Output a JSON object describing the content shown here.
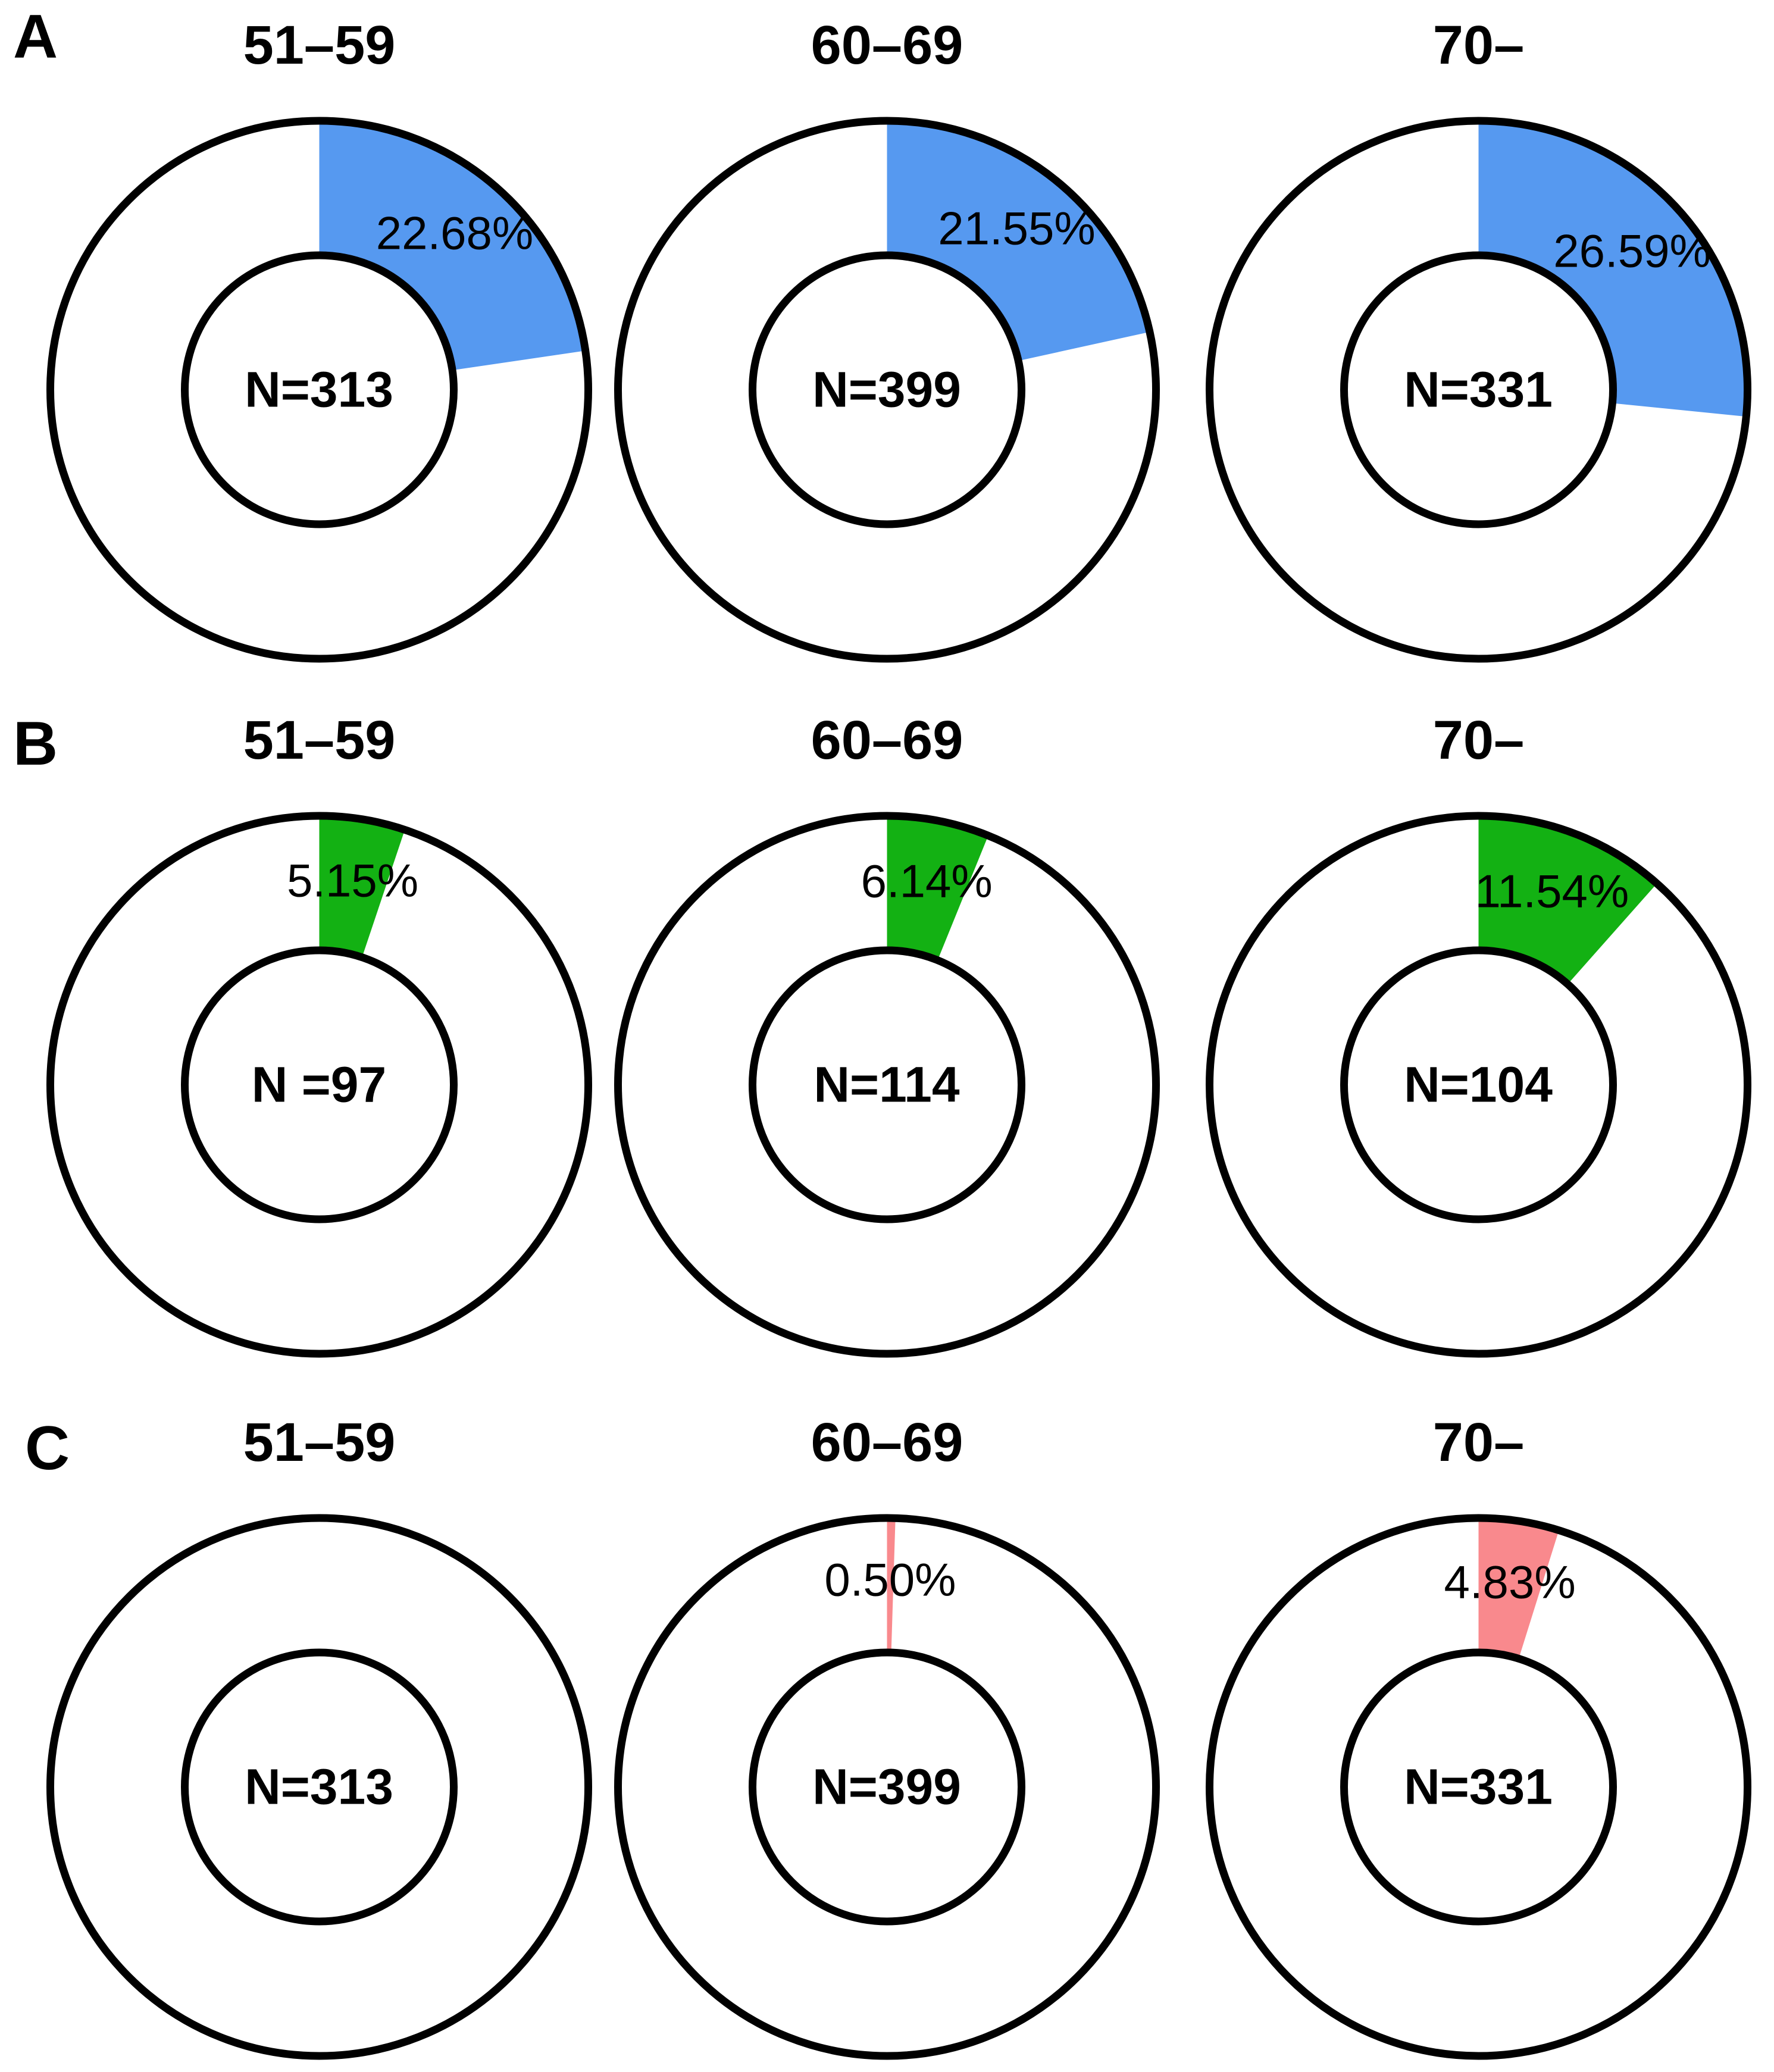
{
  "figure_background": "#ffffff",
  "outline_color": "#000000",
  "chart_data": {
    "type": "pie",
    "subtype": "donut-grid",
    "description": "3x3 grid of donut (ring) charts. Rows A, B, C each show one highlighted percentage slice per age group; slice starts at 12 o'clock and sweeps clockwise; remainder of ring is white. Sample size N is printed in the donut hole.",
    "columns": [
      "51–59",
      "60–69",
      "70–"
    ],
    "rows": [
      {
        "label": "A",
        "color": "#5699f0",
        "donuts": [
          {
            "title": "51–59",
            "pct": 22.68,
            "pct_label": "22.68%",
            "n": 313,
            "n_label": "N=313"
          },
          {
            "title": "60–69",
            "pct": 21.55,
            "pct_label": "21.55%",
            "n": 399,
            "n_label": "N=399"
          },
          {
            "title": "70–",
            "pct": 26.59,
            "pct_label": "26.59%",
            "n": 331,
            "n_label": "N=331"
          }
        ]
      },
      {
        "label": "B",
        "color": "#13b113",
        "donuts": [
          {
            "title": "51–59",
            "pct": 5.15,
            "pct_label": "5.15%",
            "n": 97,
            "n_label": "N =97"
          },
          {
            "title": "60–69",
            "pct": 6.14,
            "pct_label": "6.14%",
            "n": 114,
            "n_label": "N=114"
          },
          {
            "title": "70–",
            "pct": 11.54,
            "pct_label": "11.54%",
            "n": 104,
            "n_label": "N=104"
          }
        ]
      },
      {
        "label": "C",
        "color": "#f9898d",
        "donuts": [
          {
            "title": "51–59",
            "pct": 0,
            "pct_label": null,
            "n": 313,
            "n_label": "N=313"
          },
          {
            "title": "60–69",
            "pct": 0.5,
            "pct_label": "0.50%",
            "n": 399,
            "n_label": "N=399"
          },
          {
            "title": "70–",
            "pct": 4.83,
            "pct_label": "4.83%",
            "n": 331,
            "n_label": "N=331"
          }
        ]
      }
    ],
    "slice_start": "12 o'clock, clockwise",
    "ring_remainder_fill": "#ffffff",
    "legend": "none",
    "grid": "off"
  }
}
